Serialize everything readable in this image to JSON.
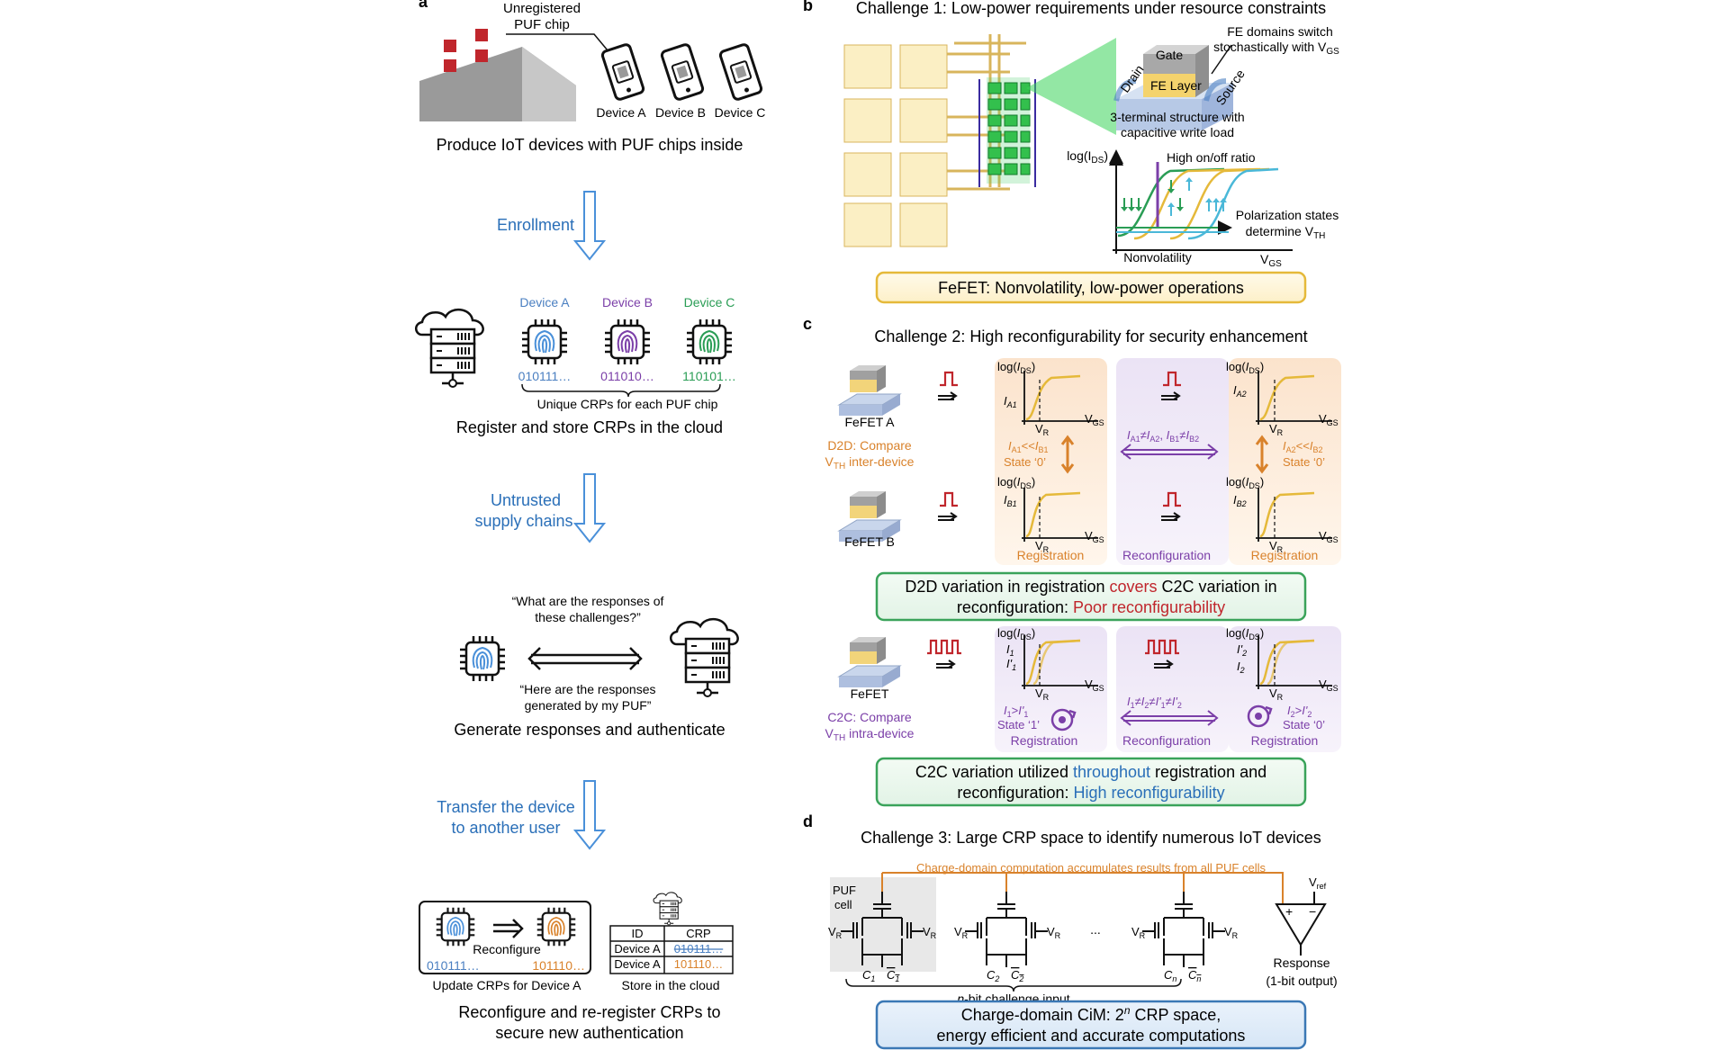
{
  "colors": {
    "blue": "#4a7fc1",
    "purple": "#7b3fa8",
    "green": "#2a9d55",
    "orange": "#d9822b",
    "red": "#c0262c",
    "yellow_box": "#e5b93a",
    "green_box": "#3aa35a",
    "blue_box": "#3b78b5",
    "arrow_blue": "#4a90d9"
  },
  "panel_a": {
    "label": "a",
    "chip_label_1": "Unregistered",
    "chip_label_2": "PUF chip",
    "devices": [
      "Device A",
      "Device B",
      "Device C"
    ],
    "step1": "Produce IoT devices with PUF chips inside",
    "arrow1": "Enrollment",
    "dev_a": "Device A",
    "dev_b": "Device B",
    "dev_c": "Device C",
    "code_a": "010111…",
    "code_b": "011010…",
    "code_c": "110101…",
    "unique": "Unique CRPs for each PUF chip",
    "step2": "Register and store CRPs in the cloud",
    "arrow2_1": "Untrusted",
    "arrow2_2": "supply chains",
    "q1": "“What are the responses of",
    "q2": "these challenges?”",
    "r1": "“Here are the responses",
    "r2": "generated by my PUF”",
    "step3": "Generate responses and authenticate",
    "arrow3_1": "Transfer the device",
    "arrow3_2": "to another user",
    "reconfigure": "Reconfigure",
    "code_old": "010111…",
    "code_new": "101110…",
    "update": "Update CRPs for Device A",
    "table_h": [
      "ID",
      "CRP"
    ],
    "table_r1": [
      "Device A",
      "010111…"
    ],
    "table_r2": [
      "Device A",
      "101110…"
    ],
    "store": "Store in the cloud",
    "step4_1": "Reconfigure and re-register CRPs to",
    "step4_2": "secure new authentication"
  },
  "panel_b": {
    "label": "b",
    "title": "Challenge 1: Low-power requirements under resource constraints",
    "fe_switch_1": "FE domains switch",
    "fe_switch_2": "stochastically with V",
    "gate": "Gate",
    "fe_layer": "FE Layer",
    "drain": "Drain",
    "source": "Source",
    "struct_1": "3-terminal structure with",
    "struct_2": "capacitive write load",
    "logids": "log(I",
    "ids_sub": "DS",
    "high": "High on/off ratio",
    "pol_1": "Polarization states",
    "pol_2": "determine V",
    "nonvol": "Nonvolatility",
    "vgs": "V",
    "gs": "GS",
    "th": "TH",
    "box": "FeFET: Nonvolatility, low-power operations"
  },
  "panel_c": {
    "label": "c",
    "title": "Challenge 2: High reconfigurability for security enhancement",
    "fefet_a": "FeFET A",
    "fefet_b": "FeFET B",
    "fefet": "FeFET",
    "d2d_1": "D2D: Compare",
    "d2d_2": "inter-device",
    "c2c_1": "C2C: Compare",
    "c2c_2": "intra-device",
    "state0": "State ‘0’",
    "state1": "State ‘1’",
    "registration": "Registration",
    "reconfiguration": "Reconfiguration",
    "box1_a": "D2D variation in registration ",
    "box1_b": "covers",
    "box1_c": " C2C variation in",
    "box1_d": "reconfiguration: ",
    "box1_e": "Poor reconfigurability",
    "box2_a": "C2C variation utilized ",
    "box2_b": "throughout",
    "box2_c": " registration and",
    "box2_d": "reconfiguration:  ",
    "box2_e": "High reconfigurability"
  },
  "panel_d": {
    "label": "d",
    "title": "Challenge 3: Large CRP space to identify numerous IoT devices",
    "charge": "Charge-domain computation accumulates results from all PUF cells",
    "puf_1": "PUF",
    "puf_2": "cell",
    "vref": "V",
    "ref": "ref",
    "dots": "...",
    "nbit": "-bit challenge input",
    "resp_1": "Response",
    "resp_2": "(1-bit output)",
    "box_1": "Charge-domain CiM: 2",
    "box_1b": " CRP space,",
    "box_2": "energy efficient and accurate computations"
  }
}
